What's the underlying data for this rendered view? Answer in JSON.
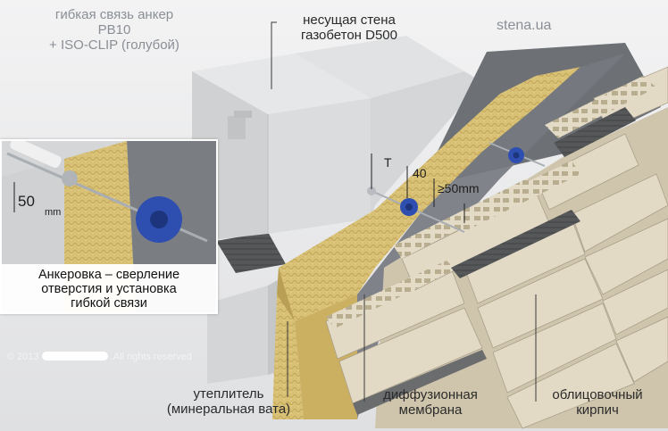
{
  "labels": {
    "anchor_type_line1": "гибкая связь анкер",
    "anchor_type_line2": "PB10",
    "anchor_type_line3": "+ ISO-CLIP (голубой)",
    "wall_line1": "несущая стена",
    "wall_line2": "газобетон D500",
    "site": "stena.ua",
    "insulation_line1": "утеплитель",
    "insulation_line2": "(минеральная вата)",
    "membrane_line1": "диффузионная",
    "membrane_line2": "мембрана",
    "brick_line1": "облицовочный",
    "brick_line2": "кирпич"
  },
  "dimensions": {
    "thickness": "T",
    "gap": "40",
    "embed": "≥50mm",
    "inset_depth_value": "50",
    "inset_depth_unit": "mm"
  },
  "inset": {
    "caption": "Анкеровка – сверление\nотверстия и установка\nгибкой связи"
  },
  "footer": {
    "copyright_prefix": "© 2013",
    "copyright_suffix": ".All rights reserved"
  },
  "colors": {
    "background": "#e9eaec",
    "aerated_concrete": "#dcdedf",
    "mineral_wool": "#d9c178",
    "membrane": "#6f7378",
    "facing_brick": "#ded5bf",
    "mortar": "#5c5e61",
    "iso_clip": "#2e4fb0"
  }
}
